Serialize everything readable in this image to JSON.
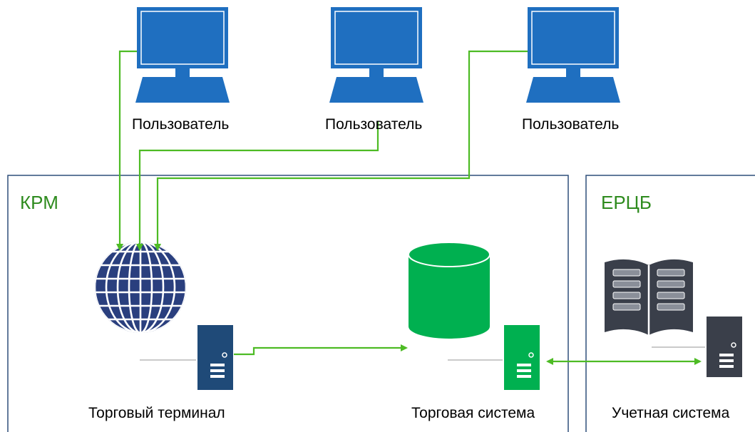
{
  "users": [
    {
      "label": "Пользователь"
    },
    {
      "label": "Пользователь"
    },
    {
      "label": "Пользователь"
    }
  ],
  "zones": {
    "krm": {
      "title": "КРМ"
    },
    "ercb": {
      "title": "ЕРЦБ"
    }
  },
  "nodes": {
    "trading_terminal": {
      "label": "Торговый терминал",
      "icon": "globe-server-icon"
    },
    "trading_system": {
      "label": "Торговая система",
      "icon": "database-server-icon"
    },
    "accounting_system": {
      "label": "Учетная система",
      "icon": "book-server-icon"
    }
  },
  "colors": {
    "monitor_blue": "#1f6fc0",
    "connector_green": "#4dbb24",
    "zone_border": "#2f4f7a",
    "zone_title": "#2e8b1e",
    "db_green": "#00b050",
    "server_navy": "#1f4a78",
    "server_dark": "#3a3f4a",
    "globe": "#2a3f7e"
  }
}
